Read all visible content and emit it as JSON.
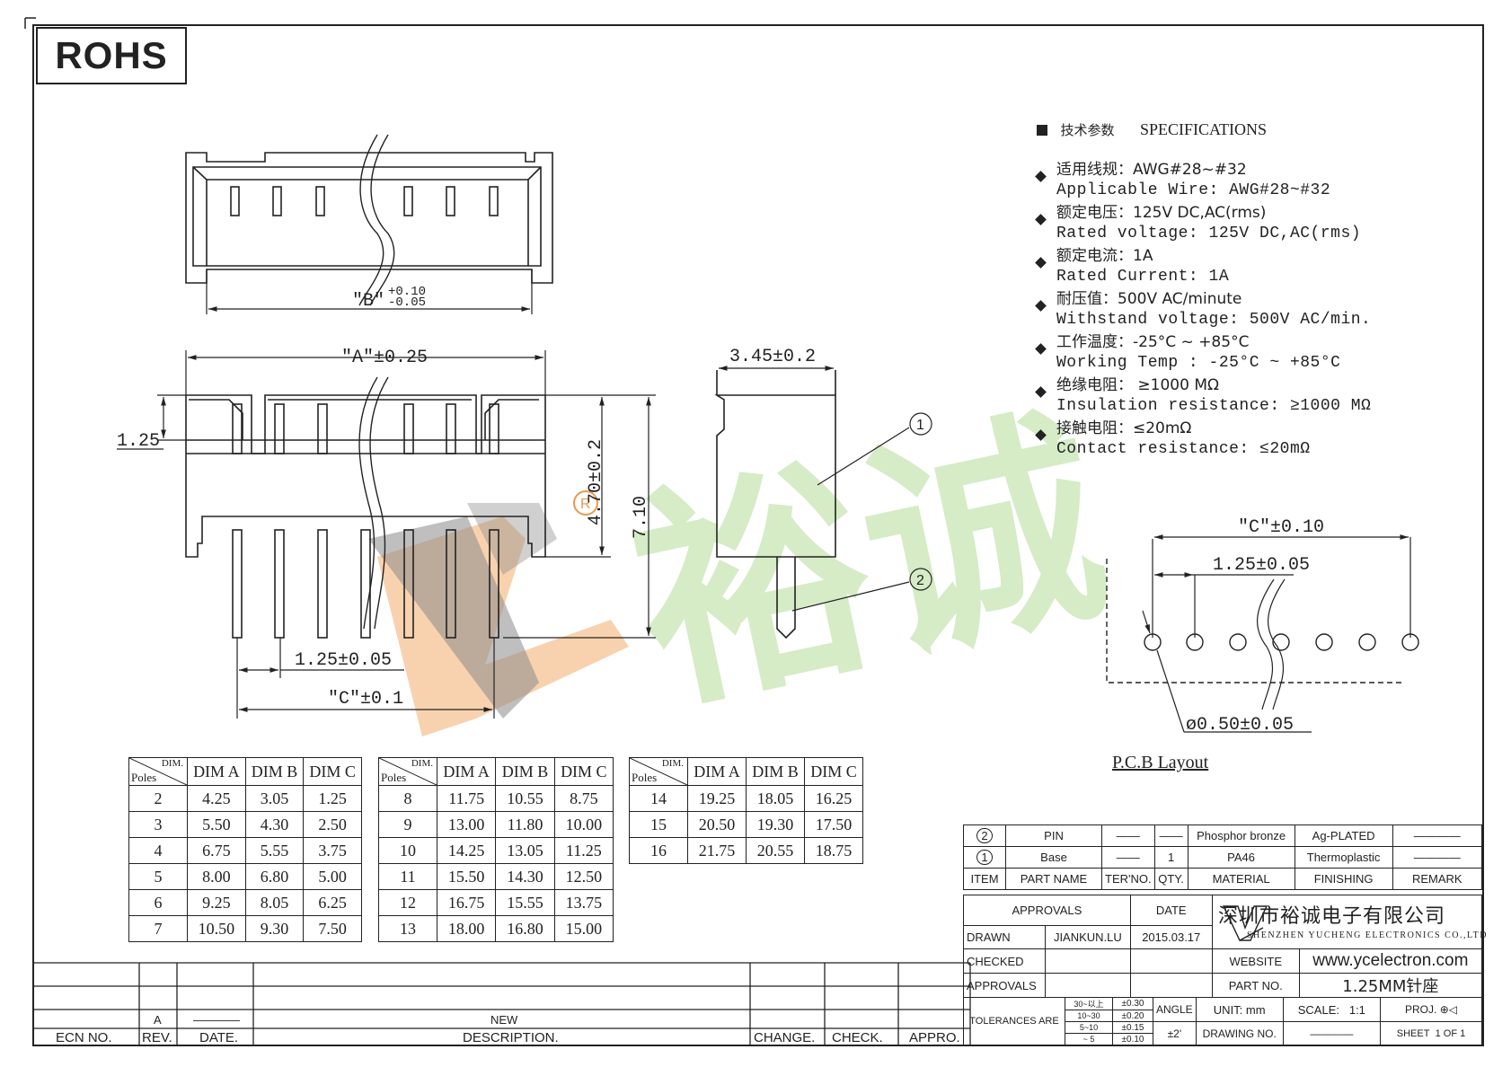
{
  "rohs": "ROHS",
  "spec": {
    "title_cn": "技术参数",
    "title_en": "SPECIFICATIONS",
    "items": [
      {
        "cn": "适用线规：AWG#28~#32",
        "en": "Applicable Wire: AWG#28~#32"
      },
      {
        "cn": "额定电压：125V DC,AC(rms)",
        "en": "Rated voltage: 125V DC,AC(rms)"
      },
      {
        "cn": "额定电流：1A",
        "en": "Rated Current: 1A"
      },
      {
        "cn": "耐压值：500V AC/minute",
        "en": "Withstand voltage: 500V AC/min."
      },
      {
        "cn": "工作温度：-25°C ~ +85°C",
        "en": "Working Temp : -25°C ~ +85°C"
      },
      {
        "cn": "绝缘电阻： ≥1000 MΩ",
        "en": "Insulation resistance: ≥1000 MΩ"
      },
      {
        "cn": "接触电阻：≤20mΩ",
        "en": "Contact resistance: ≤20mΩ"
      }
    ]
  },
  "dims": {
    "b": "\"B\"",
    "b_tol_plus": "+0.10",
    "b_tol_minus": "-0.05",
    "a": "\"A\"±0.25",
    "d125": "1.25",
    "h470": "4.70±0.2",
    "h710": "7.10",
    "pitch": "1.25±0.05",
    "c": "\"C\"±0.1",
    "side": "3.45±0.2",
    "callout1": "1",
    "callout2": "2",
    "pcb_c": "\"C\"±0.10",
    "pcb_pitch": "1.25±0.05",
    "pcb_hole": "ø0.50±0.05",
    "reg": "R"
  },
  "pcb_title": "P.C.B Layout",
  "watermark": "裕诚",
  "tables": {
    "corner_top": "DIM.",
    "corner_bottom": "Poles",
    "headers": [
      "DIM A",
      "DIM B",
      "DIM C"
    ],
    "t1": [
      [
        "2",
        "4.25",
        "3.05",
        "1.25"
      ],
      [
        "3",
        "5.50",
        "4.30",
        "2.50"
      ],
      [
        "4",
        "6.75",
        "5.55",
        "3.75"
      ],
      [
        "5",
        "8.00",
        "6.80",
        "5.00"
      ],
      [
        "6",
        "9.25",
        "8.05",
        "6.25"
      ],
      [
        "7",
        "10.50",
        "9.30",
        "7.50"
      ]
    ],
    "t2": [
      [
        "8",
        "11.75",
        "10.55",
        "8.75"
      ],
      [
        "9",
        "13.00",
        "11.80",
        "10.00"
      ],
      [
        "10",
        "14.25",
        "13.05",
        "11.25"
      ],
      [
        "11",
        "15.50",
        "14.30",
        "12.50"
      ],
      [
        "12",
        "16.75",
        "15.55",
        "13.75"
      ],
      [
        "13",
        "18.00",
        "16.80",
        "15.00"
      ]
    ],
    "t3": [
      [
        "14",
        "19.25",
        "18.05",
        "16.25"
      ],
      [
        "15",
        "20.50",
        "19.30",
        "17.50"
      ],
      [
        "16",
        "21.75",
        "20.55",
        "18.75"
      ]
    ]
  },
  "bom": {
    "rows": [
      {
        "item": "2",
        "name": "PIN",
        "ter": "——",
        "qty": "——",
        "material": "Phosphor bronze",
        "finish": "Ag-PLATED",
        "remark": "————"
      },
      {
        "item": "1",
        "name": "Base",
        "ter": "——",
        "qty": "1",
        "material": "PA46",
        "finish": "Thermoplastic",
        "remark": "————"
      }
    ],
    "headers": {
      "item": "ITEM",
      "name": "PART NAME",
      "ter": "TER'NO.",
      "qty": "QTY.",
      "material": "MATERIAL",
      "finish": "FINISHING",
      "remark": "REMARK"
    }
  },
  "titleblock": {
    "approvals": "APPROVALS",
    "date": "DATE",
    "drawn": "DRAWN",
    "drawn_by": "JIANKUN.LU",
    "drawn_date": "2015.03.17",
    "checked": "CHECKED",
    "approvals2": "APPROVALS",
    "company_cn": "深圳市裕诚电子有限公司",
    "company_en": "SHENZHEN YUCHENG ELECTRONICS CO.,LTD",
    "website_label": "WEBSITE",
    "website": "www.ycelectron.com",
    "partno_label": "PART NO.",
    "partno": "1.25MM针座",
    "tolerances": "TOLERANCES ARE",
    "tol_rows": [
      [
        "30~以上",
        "±0.30"
      ],
      [
        "10~30",
        "±0.20"
      ],
      [
        "5~10",
        "±0.15"
      ],
      [
        "~ 5",
        "±0.10"
      ]
    ],
    "angle": "ANGLE",
    "angle_val": "±2'",
    "unit": "UNIT: mm",
    "scale": "SCALE:",
    "scale_val": "1:1",
    "proj": "PROJ.",
    "drawing_no": "DRAWING NO.",
    "drawing_no_val": "————",
    "sheet": "SHEET",
    "sheet_val": "1 OF 1"
  },
  "revblock": {
    "rev_val": "A",
    "rev_date": "————",
    "desc_val": "NEW",
    "ecn": "ECN NO.",
    "rev": "REV.",
    "date": "DATE.",
    "desc": "DESCRIPTION.",
    "change": "CHANGE.",
    "check": "CHECK.",
    "appro": "APPRO."
  }
}
